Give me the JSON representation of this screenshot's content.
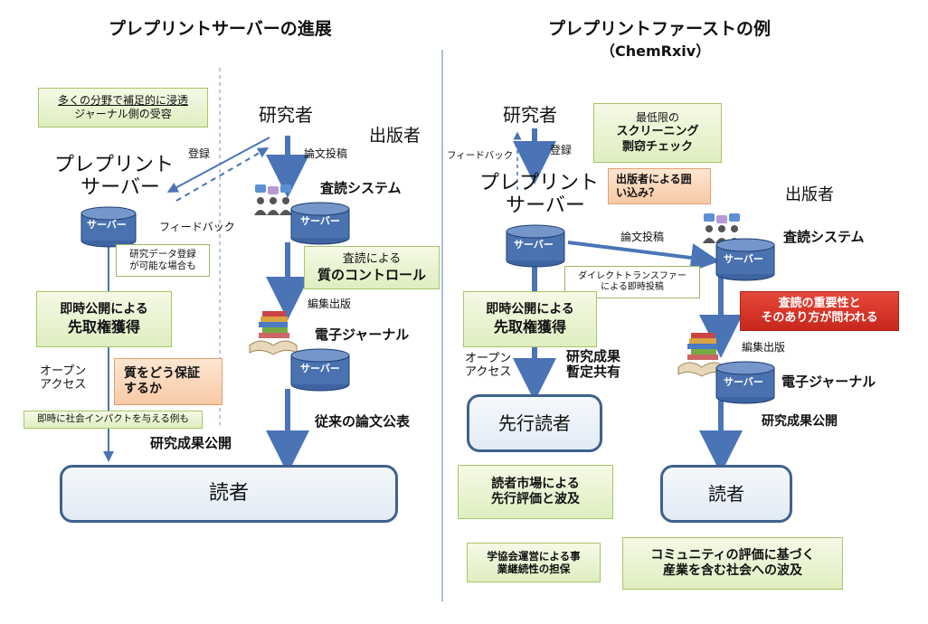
{
  "left": {
    "title": "プレプリントサーバーの進展",
    "note_top_l1": "多くの分野で補足的に浸透",
    "note_top_l2": "ジャーナル側の受容",
    "researcher": "研究者",
    "publisher": "出版者",
    "register": "登録",
    "submit": "論文投稿",
    "preprint_l1": "プレプリント",
    "preprint_l2": "サーバー",
    "server1": "サーバー",
    "feedback": "フィードバック",
    "review_system": "査読システム",
    "server2": "サーバー",
    "data_note_l1": "研究データ登録",
    "data_note_l2": "が可能な場合も",
    "quality_l1": "査読による",
    "quality_l2": "質のコントロール",
    "priority_l1": "即時公開による",
    "priority_l2": "先取権獲得",
    "edit_publish": "編集出版",
    "ejournal": "電子ジャーナル",
    "server3": "サーバー",
    "open_l1": "オープン",
    "open_l2": "アクセス",
    "guarantee_l1": "質をどう保証",
    "guarantee_l2": "するか",
    "impact": "即時に社会インパクトを与える例も",
    "traditional": "従来の論文公表",
    "result_pub": "研究成果公開",
    "reader": "読者"
  },
  "right": {
    "title_l1": "プレプリントファーストの例",
    "title_l2": "（ChemRxiv）",
    "researcher": "研究者",
    "feedback": "フィードバック",
    "register": "登録",
    "screen_l1": "最低限の",
    "screen_l2": "スクリーニング",
    "screen_l3": "剽窃チェック",
    "enclose_l1": "出版者による囲",
    "enclose_l2": "い込み？",
    "publisher": "出版者",
    "preprint_l1": "プレプリント",
    "preprint_l2": "サーバー",
    "server1": "サーバー",
    "submit": "論文投稿",
    "review_system": "査読システム",
    "server2": "サーバー",
    "direct_l1": "ダイレクトトランスファー",
    "direct_l2": "による即時投稿",
    "priority_l1": "即時公開による",
    "priority_l2": "先取権獲得",
    "importance_l1": "査読の重要性と",
    "importance_l2": "そのあり方が問われる",
    "edit_publish": "編集出版",
    "open_l1": "オープン",
    "open_l2": "アクセス",
    "share_l1": "研究成果",
    "share_l2": "暫定共有",
    "ejournal": "電子ジャーナル",
    "server3": "サーバー",
    "early_reader": "先行読者",
    "result_pub": "研究成果公開",
    "market_l1": "読者市場による",
    "market_l2": "先行評価と波及",
    "reader": "読者",
    "society_l1": "学協会運営による事",
    "society_l2": "業継続性の担保",
    "community_l1": "コミュニティの評価に基づく",
    "community_l2": "産業を含む社会への波及"
  },
  "colors": {
    "arrow": "#4a74b6",
    "cylinder": "#4a72b0",
    "reader_border": "#3f618e",
    "green": "#dfeec0",
    "orange": "#f8c9a5",
    "red": "#d43a2e"
  }
}
